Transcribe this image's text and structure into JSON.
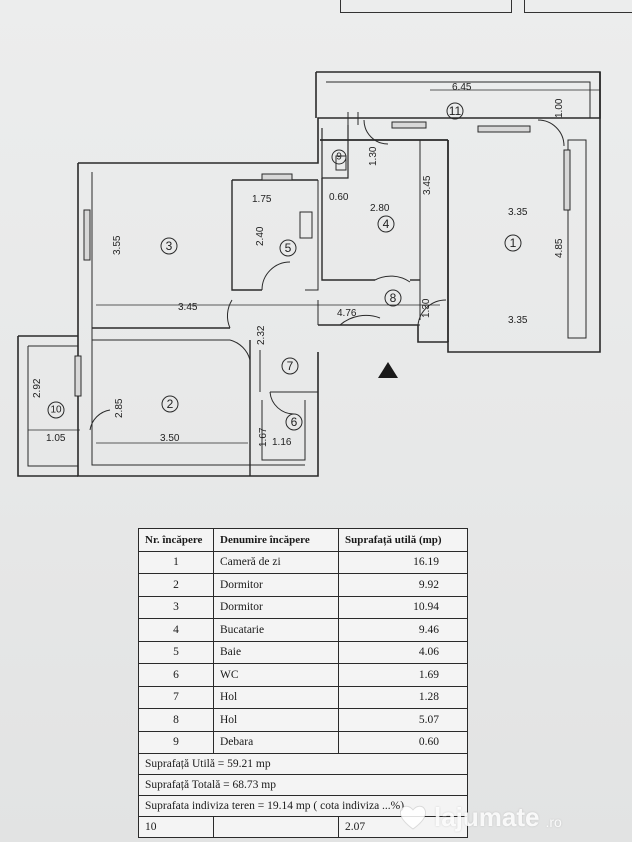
{
  "plan": {
    "rooms": [
      {
        "id": "1",
        "label": "1"
      },
      {
        "id": "2",
        "label": "2"
      },
      {
        "id": "3",
        "label": "3"
      },
      {
        "id": "4",
        "label": "4"
      },
      {
        "id": "5",
        "label": "5"
      },
      {
        "id": "6",
        "label": "6"
      },
      {
        "id": "7",
        "label": "7"
      },
      {
        "id": "8",
        "label": "8"
      },
      {
        "id": "9",
        "label": "9"
      },
      {
        "id": "10",
        "label": "10"
      },
      {
        "id": "11",
        "label": "11"
      }
    ],
    "dimensions": {
      "d645": "6.45",
      "d100": "1.00",
      "d130a": "1.30",
      "d345b": "3.45",
      "d060": "0.60",
      "d280": "2.80",
      "d335a": "3.35",
      "d485": "4.85",
      "d175": "1.75",
      "d240": "2.40",
      "d355": "3.55",
      "d345a": "3.45",
      "d476": "4.76",
      "d130b": "1.30",
      "d335b": "3.35",
      "d232": "2.32",
      "d292": "2.92",
      "d285": "2.85",
      "d350": "3.50",
      "d105": "1.05",
      "d167": "1.67",
      "d116": "1.16"
    }
  },
  "table": {
    "headers": [
      "Nr. încăpere",
      "Denumire încăpere",
      "Suprafață utilă (mp)"
    ],
    "rows": [
      {
        "nr": "1",
        "name": "Cameră de zi",
        "area": "16.19"
      },
      {
        "nr": "2",
        "name": "Dormitor",
        "area": "9.92"
      },
      {
        "nr": "3",
        "name": "Dormitor",
        "area": "10.94"
      },
      {
        "nr": "4",
        "name": "Bucatarie",
        "area": "9.46"
      },
      {
        "nr": "5",
        "name": "Baie",
        "area": "4.06"
      },
      {
        "nr": "6",
        "name": "WC",
        "area": "1.69"
      },
      {
        "nr": "7",
        "name": "Hol",
        "area": "1.28"
      },
      {
        "nr": "8",
        "name": "Hol",
        "area": "5.07"
      },
      {
        "nr": "9",
        "name": "Debara",
        "area": "0.60"
      }
    ],
    "summary": {
      "utila": "Suprafață Utilă = 59.21 mp",
      "totala": "Suprafață Totală = 68.73 mp",
      "indiviza": "Suprafata indiviza teren = 19.14 mp ( cota indiviza ...%)",
      "partial_row": "10",
      "partial_value": "2.07"
    }
  },
  "watermark": {
    "brand": "lajumate",
    "tld": ".ro",
    "icon": "heart-house-icon"
  }
}
